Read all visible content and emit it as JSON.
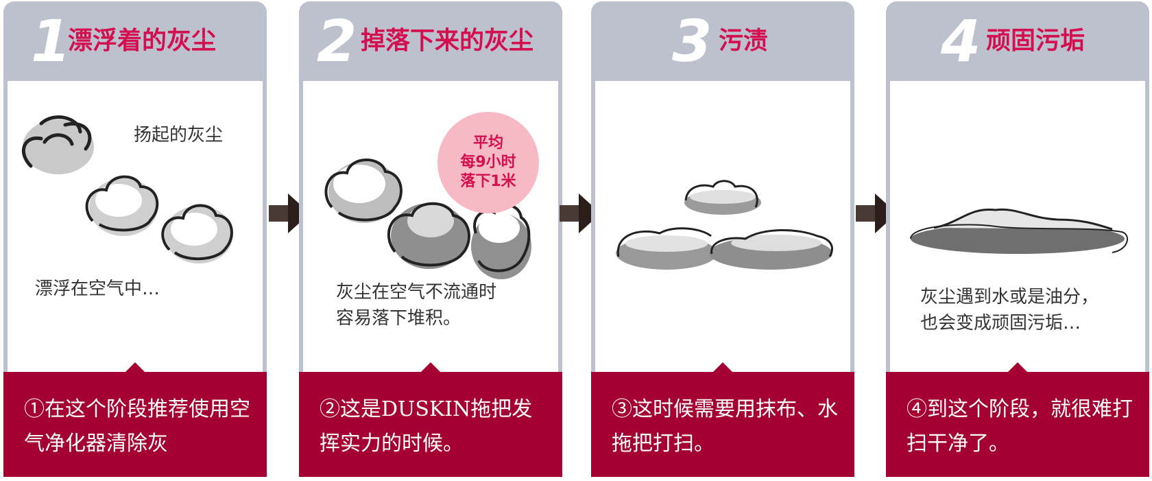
{
  "panels": [
    {
      "num": "1",
      "title": "漂浮着的灰尘",
      "label": "扬起的灰尘",
      "caption": "漂浮在空气中…",
      "note": "①在这个阶段推荐使用空气净化器清除灰"
    },
    {
      "num": "2",
      "title": "掉落下来的灰尘",
      "badge": [
        "平均",
        "每9小时",
        "落下1米"
      ],
      "caption": "灰尘在空气不流通时\n容易落下堆积。",
      "note": "②这是DUSKIN拖把发挥实力的时候。"
    },
    {
      "num": "3",
      "title": "污渍",
      "note": "③这时候需要用抹布、水拖把打扫。"
    },
    {
      "num": "4",
      "title": "顽固污垢",
      "caption": "灰尘遇到水或是油分，\n也会变成顽固污垢…",
      "note": "④到这个阶段，就很难打扫干净了。"
    }
  ],
  "colors": {
    "accent": "#d40f4f",
    "note_bg": "#a50034",
    "frame": "#bcc1cd",
    "badge_bg": "#f7b9c4"
  },
  "icons": [
    "arrow-right-icon",
    "dust-cloud-icon",
    "stain-icon",
    "grime-icon"
  ]
}
